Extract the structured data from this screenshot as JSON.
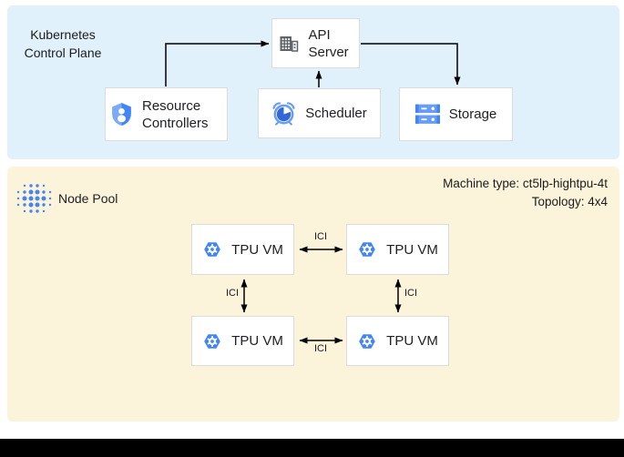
{
  "control_plane": {
    "title": "Kubernetes Control Plane",
    "api_server_label": "API Server",
    "resource_controllers_label": "Resource Controllers",
    "scheduler_label": "Scheduler",
    "storage_label": "Storage"
  },
  "node_pool": {
    "title": "Node Pool",
    "machine_type": "Machine type: ct5lp-hightpu-4t",
    "topology": "Topology: 4x4",
    "ici": "ICI",
    "tpu_vms": [
      {
        "label": "TPU VM"
      },
      {
        "label": "TPU VM"
      },
      {
        "label": "TPU VM"
      },
      {
        "label": "TPU VM"
      }
    ]
  },
  "colors": {
    "control_plane_bg": "#E0F1FB",
    "node_pool_bg": "#FCF3DB",
    "box_border": "#DADCE0",
    "google_blue": "#4285F4",
    "light_blue": "#669DF6",
    "dark_blue": "#3367D6",
    "icon_gray": "#5F6368",
    "arrow_black": "#000000"
  }
}
